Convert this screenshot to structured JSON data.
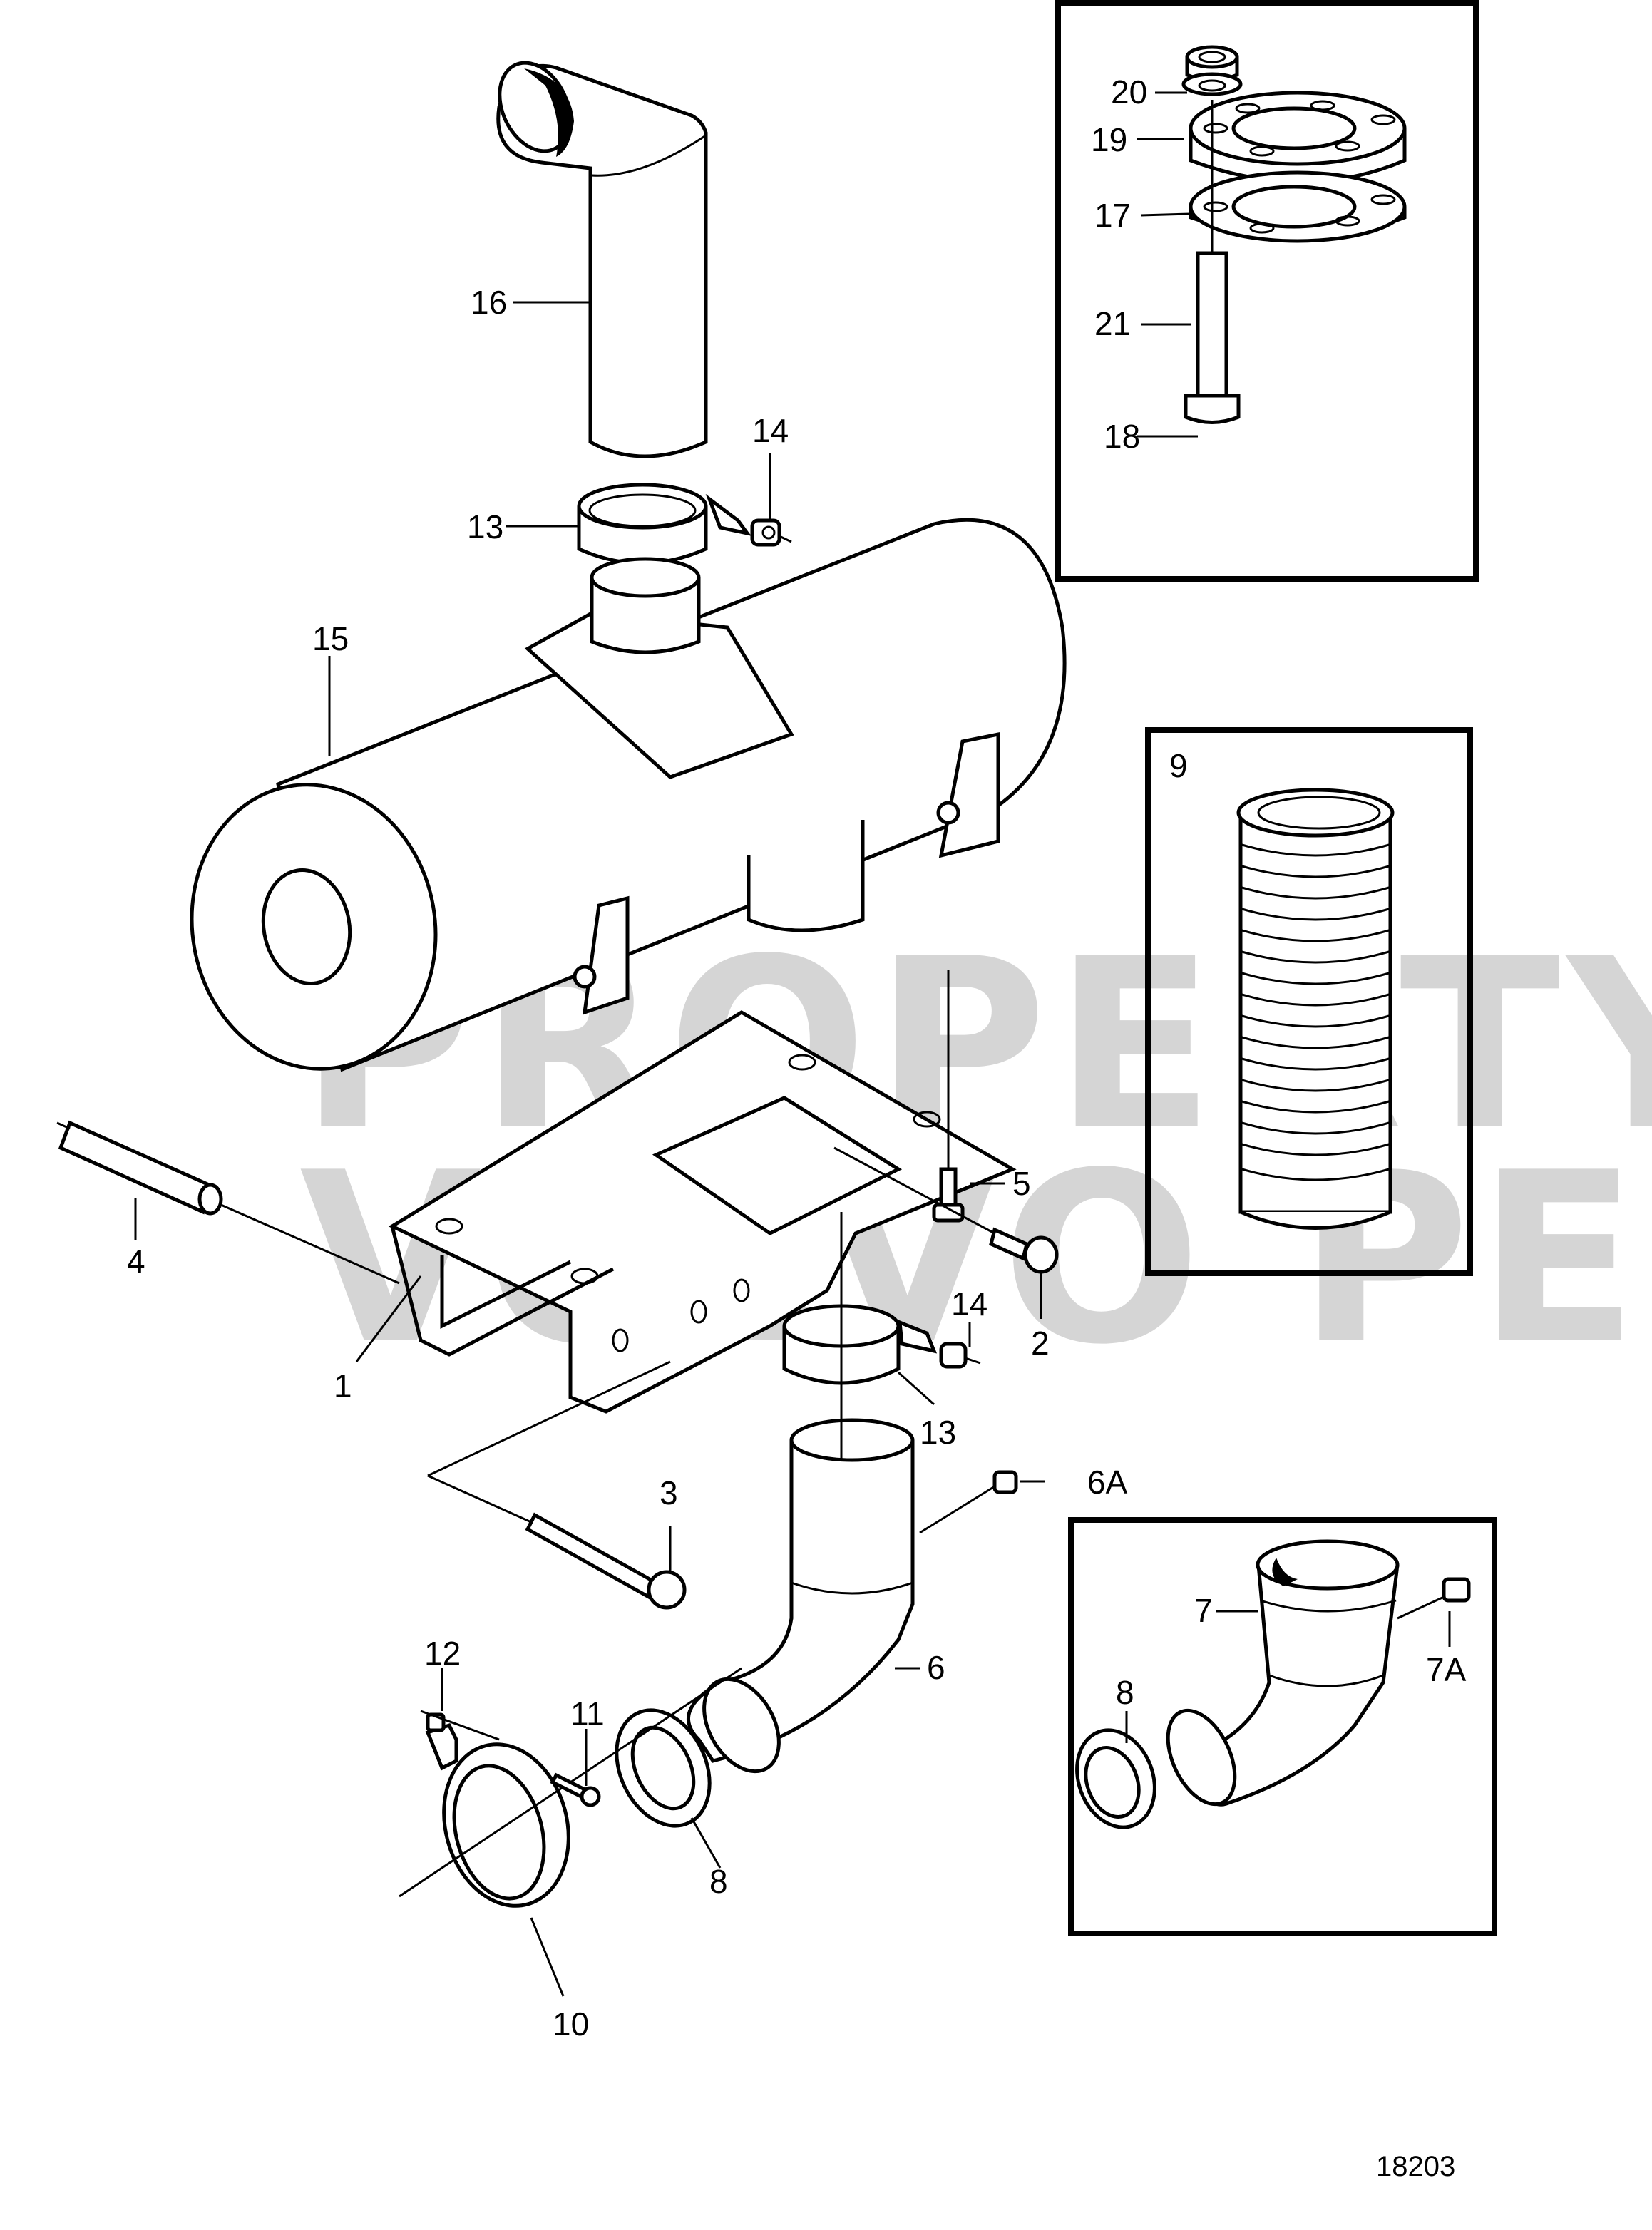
{
  "figure": {
    "id": "18203",
    "watermark": [
      "PROPERTY OF",
      "VOLVO PENTA"
    ],
    "line_color": "#000000",
    "watermark_color": "#c8c8c8"
  },
  "callouts": {
    "c1": "1",
    "c2": "2",
    "c3": "3",
    "c4": "4",
    "c5": "5",
    "c6": "6",
    "c6a": "6A",
    "c7": "7",
    "c7a": "7A",
    "c8": "8",
    "c8b": "8",
    "c9": "9",
    "c10": "10",
    "c11": "11",
    "c12": "12",
    "c13a": "13",
    "c13b": "13",
    "c14a": "14",
    "c14b": "14",
    "c15": "15",
    "c16": "16",
    "c17": "17",
    "c18": "18",
    "c19": "19",
    "c20": "20",
    "c21": "21"
  },
  "insets": [
    {
      "name": "flange-kit",
      "parts": [
        "17",
        "18",
        "19",
        "20",
        "21"
      ]
    },
    {
      "name": "flex-bellows",
      "parts": [
        "9"
      ]
    },
    {
      "name": "alternative-elbow",
      "parts": [
        "7",
        "7A",
        "8"
      ]
    }
  ]
}
